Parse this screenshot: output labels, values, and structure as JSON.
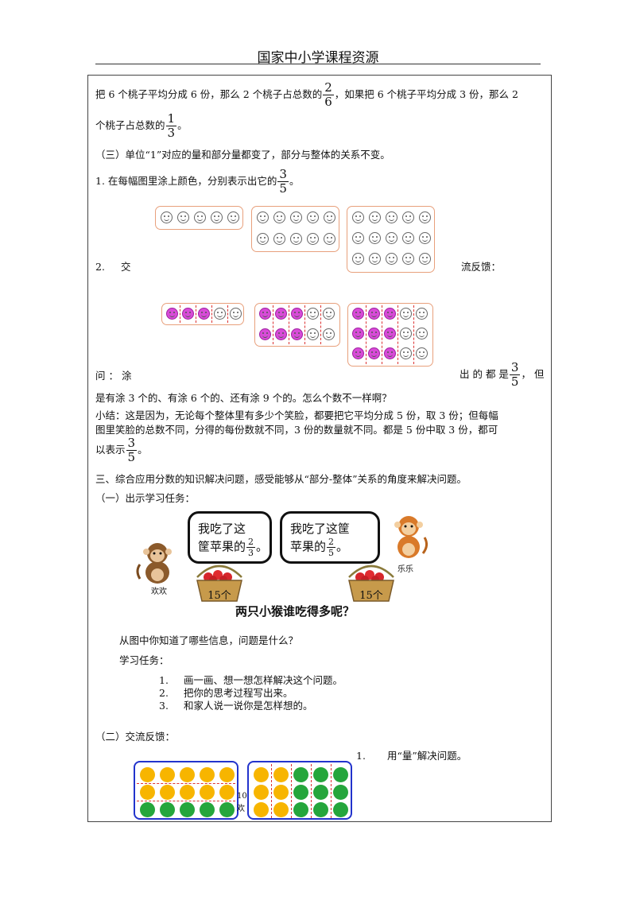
{
  "header": {
    "title": "国家中小学课程资源"
  },
  "content": {
    "p1_a": "把 6 个桃子平均分成 6 份，那么 2 个桃子占总数的",
    "f1_num": "2",
    "f1_den": "6",
    "p1_b": "，如果把 6 个桃子平均分成 3 份，那么 2",
    "p1_c": "个桃子占总数的",
    "f2_num": "1",
    "f2_den": "3",
    "p1_end": "。",
    "s3": "（三）单位“1”对应的量和部分量都变了，部分与整体的关系不变。",
    "task1_a": "1. 在每幅图里涂上颜色，分别表示出它的",
    "f3_num": "3",
    "f3_den": "5",
    "task1_end": "。",
    "task2_num": "2.",
    "task2_a": "交",
    "task2_b": "流反馈：",
    "q_a": "问 ： 涂",
    "q_b": "出 的 都 是",
    "f4_num": "3",
    "f4_den": "5",
    "q_c": "， 但",
    "q_line2": "是有涂 3 个的、有涂 6 个的、还有涂 9 个的。怎么个数不一样啊？",
    "sum_l1": "小结：这是因为，无论每个整体里有多少个笑脸，都要把它平均分成 5 份，取 3 份；但每幅",
    "sum_l2": "图里笑脸的总数不同，分得的每份数就不同，3 份的数量就不同。都是 5 份中取 3 份，都可",
    "sum_l3": "以表示",
    "f5_num": "3",
    "f5_den": "5",
    "sum_end": "。",
    "sec3": "三、综合应用分数的知识解决问题，感受能够从“部分-整体”关系的角度来解决问题。",
    "sub1": "（一）出示学习任务：",
    "bubble1_l1": "我吃了这",
    "bubble1_l2": "筐苹果的",
    "b1_num": "2",
    "b1_den": "3",
    "bubble2_l1": "我吃了这筐",
    "bubble2_l2": "苹果的",
    "b2_num": "2",
    "b2_den": "5",
    "bubble_end": "。",
    "monkey1": "欢欢",
    "monkey2": "乐乐",
    "basket_label": "15个",
    "question": "两只小猴谁吃得多呢？",
    "info_q": "从图中你知道了哪些信息，问题是什么？",
    "tasks_title": "学习任务：",
    "tasks": [
      {
        "num": "1.",
        "text": "画一画、想一想怎样解决这个问题。"
      },
      {
        "num": "2.",
        "text": "把你的思考过程写出来。"
      },
      {
        "num": "3.",
        "text": "和家人说一说你是怎样想的。"
      }
    ],
    "sub2": "（二）交流反馈：",
    "fb_num": "1.",
    "fb_text": "用“量”解决问题。",
    "side_num": "10",
    "side_text": "欢"
  }
}
